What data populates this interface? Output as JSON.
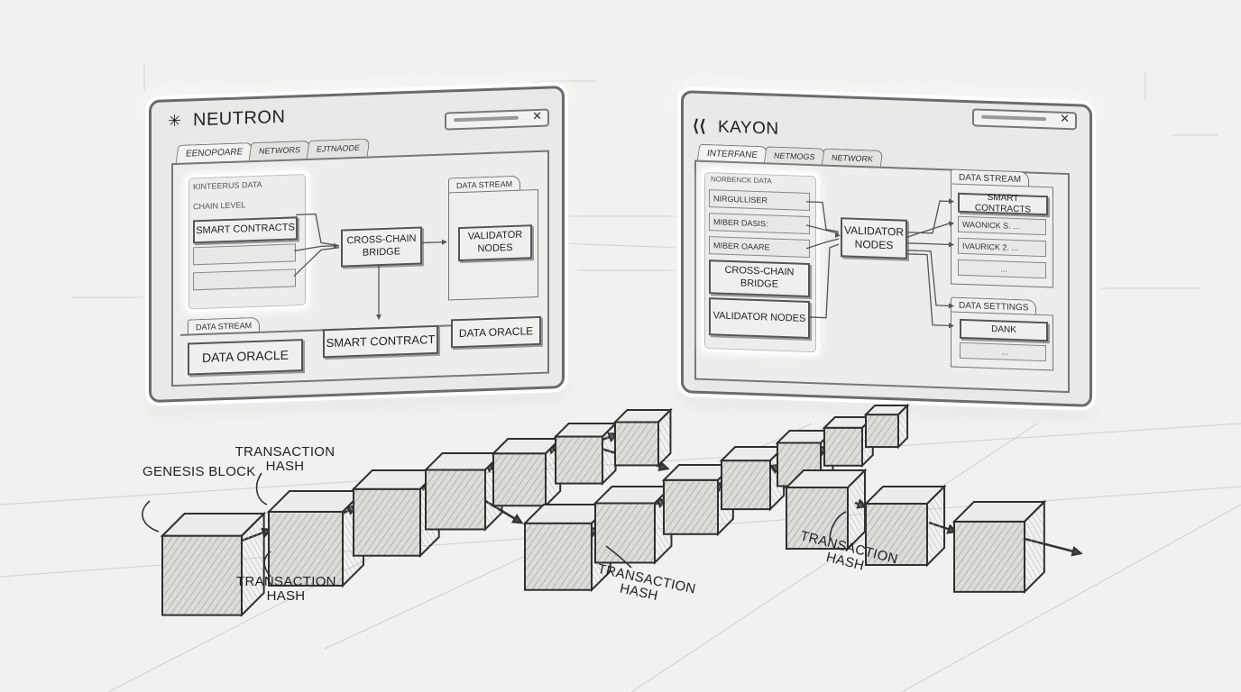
{
  "left_window": {
    "brand": "NEUTRON",
    "brand_icon": "network-node-icon",
    "tabs": [
      "EENOPOARE",
      "NETWORS",
      "EJTNAODE"
    ],
    "side_labels": [
      "KINTEERUS DATA",
      "CHAIN LEVEL"
    ],
    "smart_contracts": "SMART CONTRACTS",
    "bridge": "CROSS-CHAIN BRIDGE",
    "data_stream_tab": "DATA STREAM",
    "validator_nodes": "VALIDATOR NODES",
    "bottom_tab": "DATA STREAM",
    "bottom_boxes": [
      "DATA ORACLE",
      "SMART CONTRACT",
      "DATA ORACLE"
    ]
  },
  "right_window": {
    "brand": "KAYON",
    "brand_icon": "k-chevron-icon",
    "tabs": [
      "INTERFANE",
      "NETMOGS",
      "NETWORK"
    ],
    "side_label": "NORBENCK DATA",
    "fields": [
      "NIRGULLISER",
      "MIBER DASIS:",
      "MIBER OAARE"
    ],
    "cross_chain_bridge": "CROSS-CHAIN BRIDGE",
    "validator_nodes_side": "VALIDATOR NODES",
    "validator_nodes_center": "VALIDATOR NODES",
    "data_stream_tab": "DATA STREAM",
    "stream_items": [
      "SMART CONTRACTS",
      "WAONICK S. ...",
      "IVAURICK 2. ...",
      "..."
    ],
    "data_settings_tab": "DATA SETTINGS",
    "settings_items": [
      "DANK",
      "..."
    ]
  },
  "chain": {
    "genesis_label": "GENESIS BLOCK",
    "hash_labels": [
      "TRANSACTION HASH",
      "TRANSACTION HASH",
      "TRANSACTION HASH",
      "TRANSACTION HASH"
    ]
  }
}
